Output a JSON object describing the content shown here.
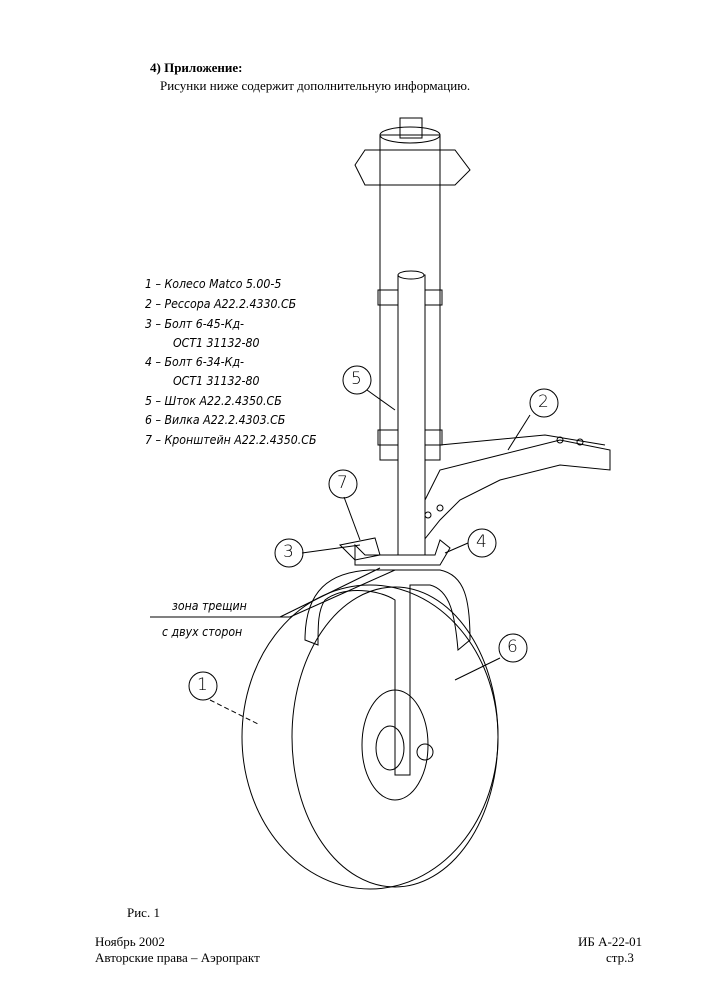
{
  "section": {
    "heading": "4)  Приложение:",
    "intro": "Рисунки ниже содержит дополнительную информацию."
  },
  "legend": [
    "1 – Колесо Matco 5.00-5",
    "2 – Рессора  А22.2.4330.СБ",
    "3 – Болт 6-45-Кд-",
    "ОСТ1 31132-80",
    "4 – Болт 6-34-Кд-",
    "ОСТ1 31132-80",
    "5 – Шток  А22.2.4350.СБ",
    "6 – Вилка  А22.2.4303.СБ",
    "7 – Кронштейн   А22.2.4350.СБ"
  ],
  "callouts": [
    "1",
    "2",
    "3",
    "4",
    "5",
    "6",
    "7"
  ],
  "annotation": {
    "line1": "зона трещин",
    "line2": "с двух сторон"
  },
  "caption": "Рис. 1",
  "footer": {
    "date": "Ноябрь 2002",
    "copyright": "Авторские права – Аэропракт",
    "doc_id": "ИБ А-22-01",
    "page": "стр.3"
  }
}
